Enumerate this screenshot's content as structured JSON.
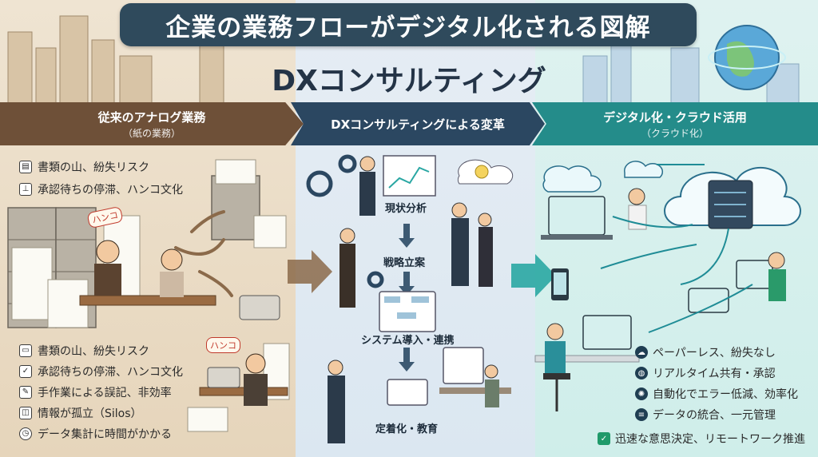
{
  "title": "企業の業務フローがデジタル化される図解",
  "subtitle": "DXコンサルティング",
  "columns": {
    "left": {
      "heading": "従来のアナログ業務",
      "sub": "（紙の業務）"
    },
    "middle": {
      "heading": "DXコンサルティングによる変革"
    },
    "right": {
      "heading": "デジタル化・クラウド活用",
      "sub": "（クラウド化）"
    }
  },
  "left_top_items": [
    {
      "icon": "document-icon",
      "text": "書類の山、紛失リスク"
    },
    {
      "icon": "stamp-icon",
      "text": "承認待ちの停滞、ハンコ文化"
    }
  ],
  "hanko_labels": [
    "ハンコ",
    "ハンコ"
  ],
  "left_bottom_items": [
    {
      "icon": "folder-icon",
      "text": "書類の山、紛失リスク"
    },
    {
      "icon": "checkbox-icon",
      "text": "承認待ちの停滞、ハンコ文化"
    },
    {
      "icon": "pencil-icon",
      "text": "手作業による誤記、非効率"
    },
    {
      "icon": "isolated-icon",
      "text": "情報が孤立（Silos）"
    },
    {
      "icon": "clock-icon",
      "text": "データ集計に時間がかかる"
    }
  ],
  "middle_steps": [
    "現状分析",
    "戦略立案",
    "システム導入・連携",
    "定着化・教育"
  ],
  "right_items": [
    {
      "icon": "cloud-sync-icon",
      "text": "ペーパーレス、紛失なし"
    },
    {
      "icon": "globe-icon",
      "text": "リアルタイム共有・承認"
    },
    {
      "icon": "gear-icon",
      "text": "自動化でエラー低減、効率化"
    },
    {
      "icon": "database-icon",
      "text": "データの統合、一元管理"
    },
    {
      "icon": "check-icon",
      "text": "迅速な意思決定、リモートワーク推進"
    }
  ],
  "colors": {
    "left": "#6e5038",
    "middle": "#2b4761",
    "right": "#248c8a",
    "title_bg": "#2f4a5c"
  }
}
